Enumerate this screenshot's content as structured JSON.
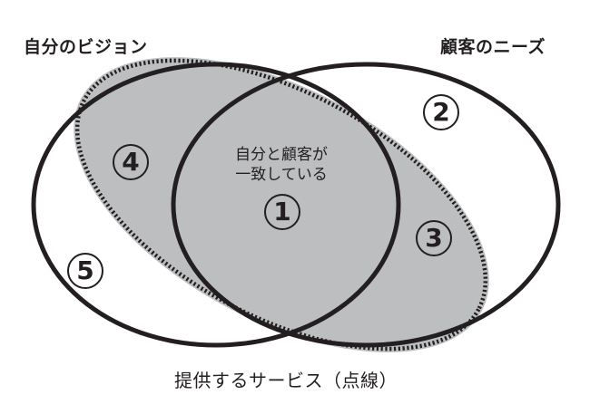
{
  "diagram": {
    "type": "venn",
    "colors": {
      "stroke": "#231f20",
      "shade": "#bcbec0",
      "background": "#ffffff"
    },
    "sets": {
      "vision": {
        "label": "自分のビジョン"
      },
      "needs": {
        "label": "顧客のニーズ"
      },
      "service": {
        "label": "提供するサービス（点線）"
      }
    },
    "center_text": {
      "line1": "自分と顧客が",
      "line2": "一致している"
    },
    "regions": [
      {
        "id": "1",
        "marker": "1"
      },
      {
        "id": "2",
        "marker": "2"
      },
      {
        "id": "3",
        "marker": "3"
      },
      {
        "id": "4",
        "marker": "4"
      },
      {
        "id": "5",
        "marker": "5"
      }
    ]
  }
}
